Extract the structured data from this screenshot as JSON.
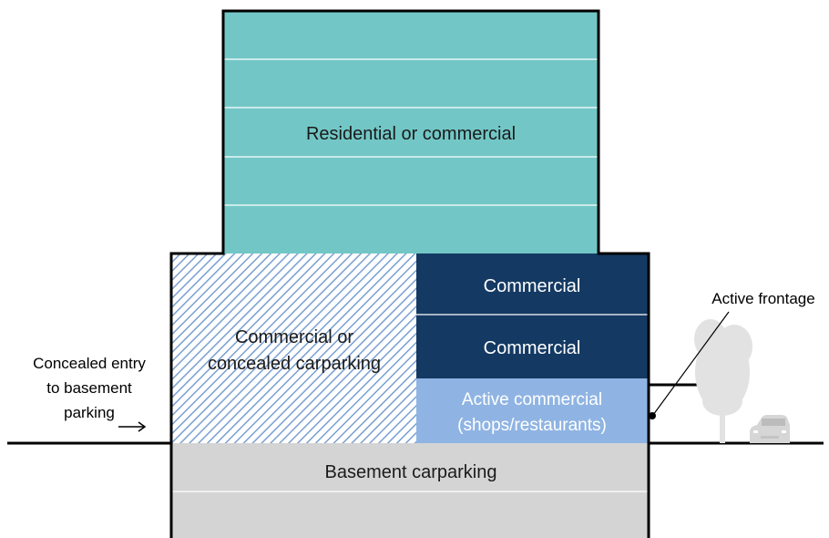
{
  "blocks": {
    "tower": "Residential or commercial",
    "podium_left_line1": "Commercial or",
    "podium_left_line2": "concealed carparking",
    "commercial_upper": "Commercial",
    "commercial_lower": "Commercial",
    "active_line1": "Active commercial",
    "active_line2": "(shops/restaurants)",
    "basement": "Basement carparking"
  },
  "annotations": {
    "entry_line1": "Concealed entry",
    "entry_line2": "to basement",
    "entry_line3": "parking",
    "active_frontage": "Active frontage"
  },
  "colors": {
    "tower_fill": "#72c7c6",
    "commercial_fill": "#143a63",
    "active_fill": "#8fb4e3",
    "basement_fill": "#d4d4d4",
    "hatch": "#7a9fd1",
    "outline": "#000000",
    "tree": "#e2e2e2",
    "car": "#d6d6d6"
  }
}
